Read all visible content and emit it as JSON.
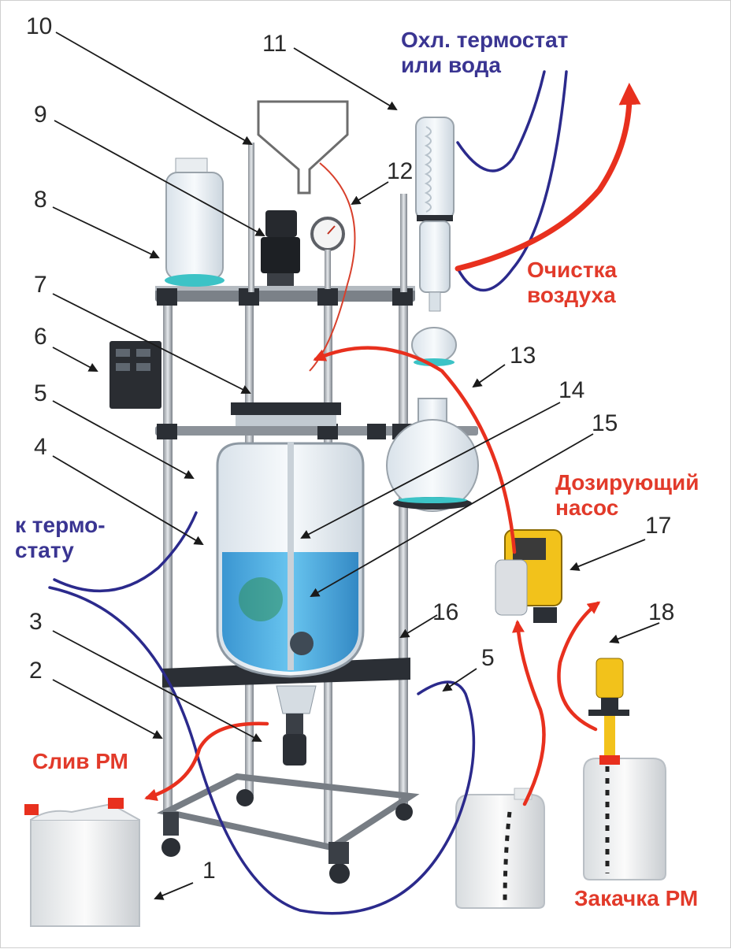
{
  "labels": {
    "cooling": "Охл. термостат\nили вода",
    "air_cleaning": "Очистка\nвоздуха",
    "to_thermostat": "к термо-\nстату",
    "dosing_pump": "Дозирующий\nнасос",
    "drain": "Слив РМ",
    "pump_in": "Закачка РМ"
  },
  "numbers": {
    "n1": "1",
    "n2": "2",
    "n3": "3",
    "n4": "4",
    "n5a": "5",
    "n5b": "5",
    "n6": "6",
    "n7": "7",
    "n8": "8",
    "n9": "9",
    "n10": "10",
    "n11": "11",
    "n12": "12",
    "n13": "13",
    "n14": "14",
    "n15": "15",
    "n16": "16",
    "n17": "17",
    "n18": "18"
  },
  "colors": {
    "blue_text": "#3a3592",
    "red_text": "#e23a2a",
    "hose_blue": "#2b2a8c",
    "flow_red": "#e8301e",
    "liquid": "#3fa6dc",
    "pump_yellow": "#f2c21b"
  }
}
